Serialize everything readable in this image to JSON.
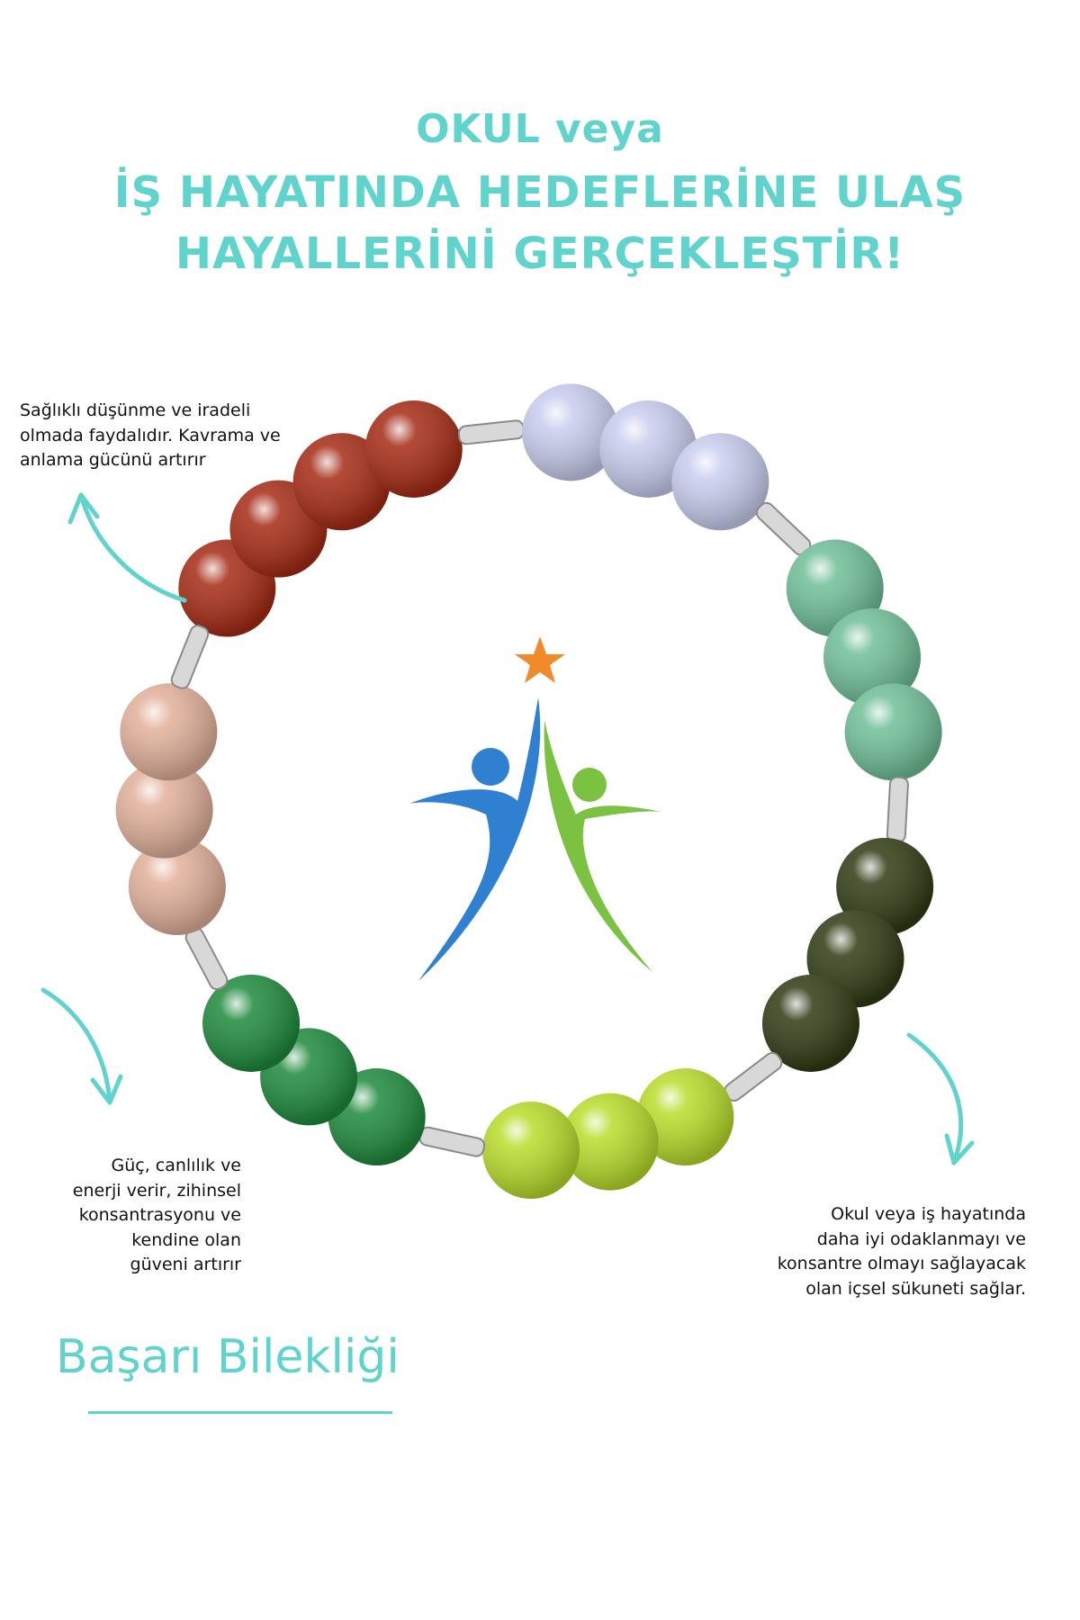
{
  "headline": {
    "line1": "OKUL veya",
    "line2": "İŞ HAYATINDA HEDEFLERİNE ULAŞ",
    "line3": "HAYALLERİNİ GERÇEKLEŞTİR!"
  },
  "captions": {
    "top_left": [
      "Sağlıklı düşünme ve iradeli",
      "olmada faydalıdır. Kavrama ve",
      "anlama gücünü artırır"
    ],
    "bottom_left": [
      "Güç, canlılık ve",
      "enerji verir, zihinsel",
      "konsantrasyonu ve",
      "kendine olan",
      "güveni artırır"
    ],
    "bottom_right": [
      "Okul veya iş hayatında",
      "daha iyi odaklanmayı ve",
      "konsantre olmayı sağlayacak",
      "olan içsel sükuneti sağlar."
    ]
  },
  "product_name": "Başarı Bilekliği",
  "colors": {
    "accent_teal": "#5fd3cc",
    "logo_star": "#f08a2a",
    "logo_blue": "#2f80d0",
    "logo_green": "#7cc242"
  },
  "bracelet": {
    "bead_groups": [
      {
        "stone": "red",
        "color": "#a52a14",
        "count": 4
      },
      {
        "stone": "lavender",
        "color": "#c9cdee",
        "count": 3
      },
      {
        "stone": "mint-green",
        "color": "#6fbf97",
        "count": 3
      },
      {
        "stone": "dark-olive",
        "color": "#2f3a12",
        "count": 3
      },
      {
        "stone": "lime",
        "color": "#b8dc2a",
        "count": 3
      },
      {
        "stone": "emerald",
        "color": "#1e8a3c",
        "count": 3
      },
      {
        "stone": "peach-quartz",
        "color": "#e2b09a",
        "count": 3
      }
    ],
    "spacer_color": "#d8d8d8"
  },
  "icons": {
    "arrows": [
      "curved-arrow-up-icon",
      "curved-arrow-down-left-icon",
      "curved-arrow-down-right-icon"
    ],
    "logo": "success-people-logo-icon"
  }
}
